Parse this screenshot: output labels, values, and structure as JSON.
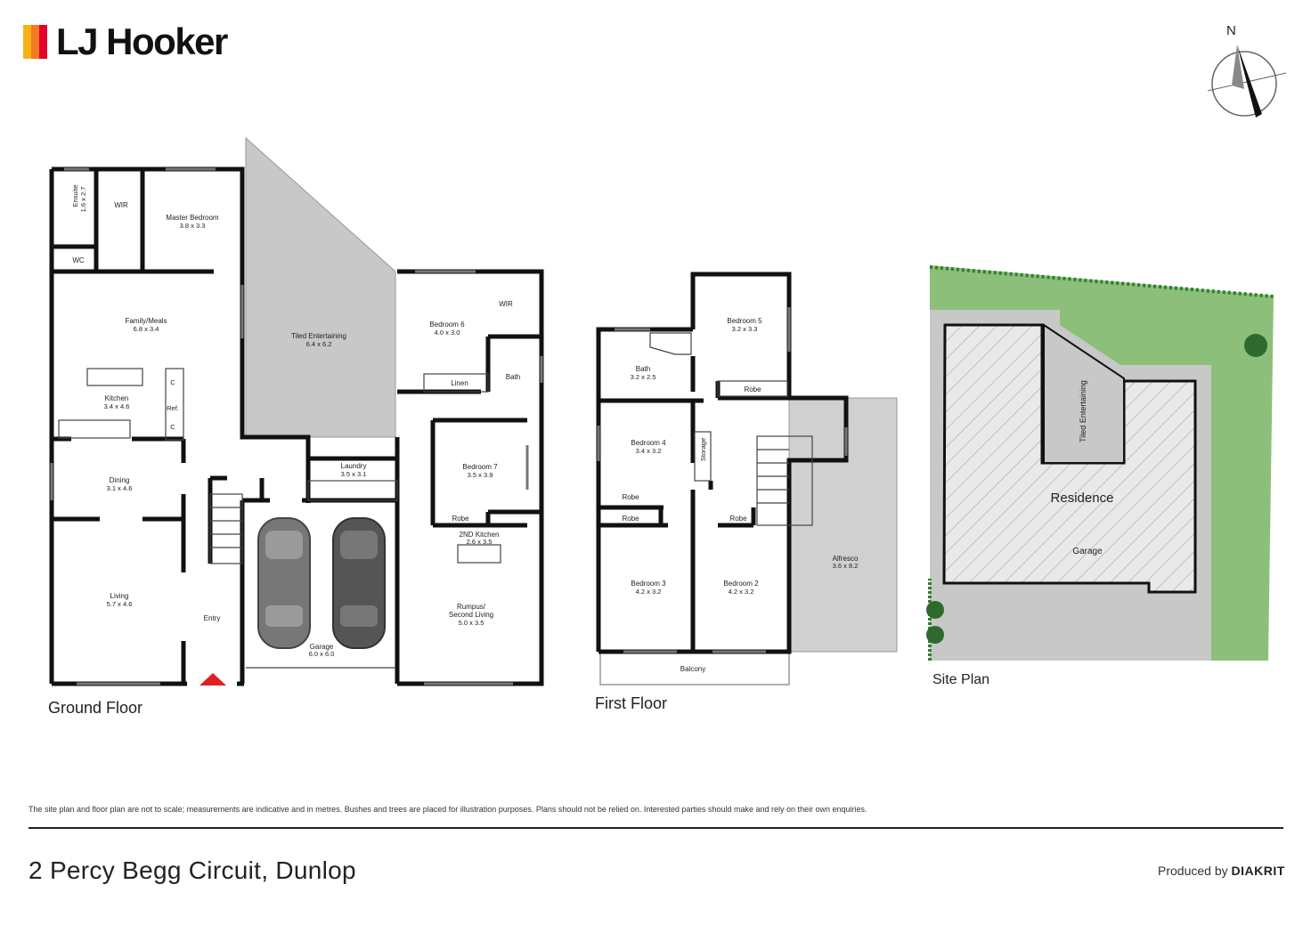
{
  "brand": {
    "name": "LJ Hooker",
    "stripe_colors": [
      "#f7b21a",
      "#f47920",
      "#e4002b"
    ]
  },
  "compass": {
    "north_label": "N"
  },
  "ground_floor": {
    "label": "Ground Floor",
    "rooms": {
      "ensuite": {
        "name": "Ensuite",
        "size": "1.6 x 2.7"
      },
      "wir": {
        "name": "WIR"
      },
      "master": {
        "name": "Master Bedroom",
        "size": "3.8 x 3.3"
      },
      "wc": {
        "name": "WC"
      },
      "family": {
        "name": "Family/Meals",
        "size": "6.8 x 3.4"
      },
      "kitchen": {
        "name": "Kitchen",
        "size": "3.4 x 4.6"
      },
      "cupboard": "C",
      "fridge": "Ref.",
      "dining": {
        "name": "Dining",
        "size": "3.1 x 4.6"
      },
      "living": {
        "name": "Living",
        "size": "5.7 x 4.6"
      },
      "entry": {
        "name": "Entry"
      },
      "tiled": {
        "name": "Tiled Entertaining",
        "size": "6.4 x 6.2"
      },
      "laundry": {
        "name": "Laundry",
        "size": "3.5 x 3.1"
      },
      "garage": {
        "name": "Garage",
        "size": "6.0 x 6.0"
      },
      "bedroom6": {
        "name": "Bedroom 6",
        "size": "4.0 x 3.0"
      },
      "wir6": {
        "name": "WIR"
      },
      "bath": {
        "name": "Bath"
      },
      "linen": {
        "name": "Linen"
      },
      "bedroom7": {
        "name": "Bedroom 7",
        "size": "3.5 x 3.9"
      },
      "robe7": {
        "name": "Robe"
      },
      "kitchen2": {
        "name": "2ND Kitchen",
        "size": "2.6 x 3.5"
      },
      "rumpus_line1": "Rumpus/",
      "rumpus_line2": "Second Living",
      "rumpus_size": "5.0 x 3.5"
    }
  },
  "first_floor": {
    "label": "First Floor",
    "rooms": {
      "bedroom5": {
        "name": "Bedroom 5",
        "size": "3.2 x 3.3"
      },
      "robe5": {
        "name": "Robe"
      },
      "bath": {
        "name": "Bath",
        "size": "3.2 x 2.5"
      },
      "bedroom4": {
        "name": "Bedroom 4",
        "size": "3.4 x 3.2"
      },
      "storage": {
        "name": "Storage"
      },
      "robe4": {
        "name": "Robe"
      },
      "robe3": {
        "name": "Robe"
      },
      "robe2": {
        "name": "Robe"
      },
      "bedroom3": {
        "name": "Bedroom 3",
        "size": "4.2 x 3.2"
      },
      "bedroom2": {
        "name": "Bedroom 2",
        "size": "4.2 x 3.2"
      },
      "balcony": {
        "name": "Balcony"
      },
      "alfresco": {
        "name": "Alfresco",
        "size": "3.6 x 8.2"
      }
    }
  },
  "site_plan": {
    "label": "Site Plan",
    "residence": "Residence",
    "garage": "Garage",
    "tiled": "Tiled Entertaining"
  },
  "disclaimer": "The site plan and floor plan are not to scale; measurements are indicative and in metres. Bushes and trees are placed for illustration purposes. Plans should not be relied on. Interested parties should make and rely on their own enquiries.",
  "address": "2 Percy Begg Circuit, Dunlop",
  "producer": {
    "prefix": "Produced by",
    "name": "DIAKRIT"
  },
  "colors": {
    "wall": "#111111",
    "paving": "#c8c8c8",
    "lawn": "#8cc07a",
    "hatch_bg": "#e6e6e6",
    "entry_arrow": "#e02020"
  }
}
